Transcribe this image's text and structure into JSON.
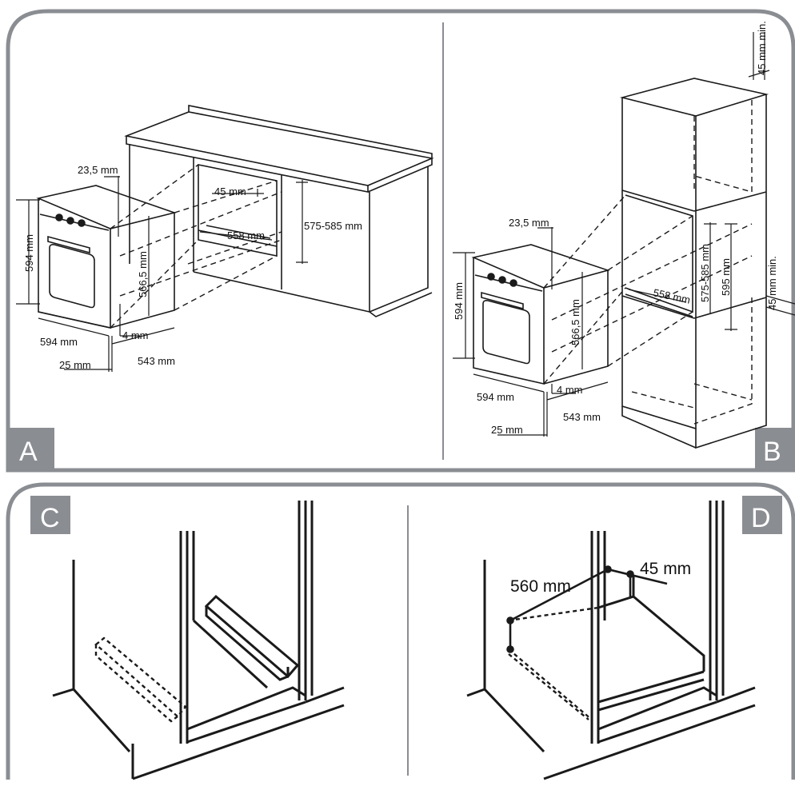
{
  "panels": {
    "a": {
      "letter": "A"
    },
    "b": {
      "letter": "B"
    },
    "c": {
      "letter": "C"
    },
    "d": {
      "letter": "D"
    }
  },
  "dimensions_a": {
    "top_gap": "23,5 mm",
    "rear_gap": "45 mm",
    "niche_height": "575-585 mm",
    "niche_width": "558 mm",
    "oven_height": "594 mm",
    "inner_height": "566,5 mm",
    "bottom_gap": "4 mm",
    "oven_width": "594 mm",
    "door_depth": "25 mm",
    "oven_depth": "543 mm"
  },
  "dimensions_b": {
    "top_clearance": "45 mm min.",
    "side_clearance": "45 mm min.",
    "top_gap": "23,5 mm",
    "oven_height": "594 mm",
    "inner_height": "566,5 mm",
    "niche_height": "575-585 mm",
    "niche_height_alt": "595 mm",
    "niche_width": "558 mm",
    "bottom_gap": "4 mm",
    "oven_width": "594 mm",
    "door_depth": "25 mm",
    "oven_depth": "543 mm"
  },
  "dimensions_d": {
    "depth": "560 mm",
    "gap": "45 mm"
  },
  "colors": {
    "frame": "#8a8d92",
    "line": "#1a1a1a",
    "background": "#ffffff"
  }
}
